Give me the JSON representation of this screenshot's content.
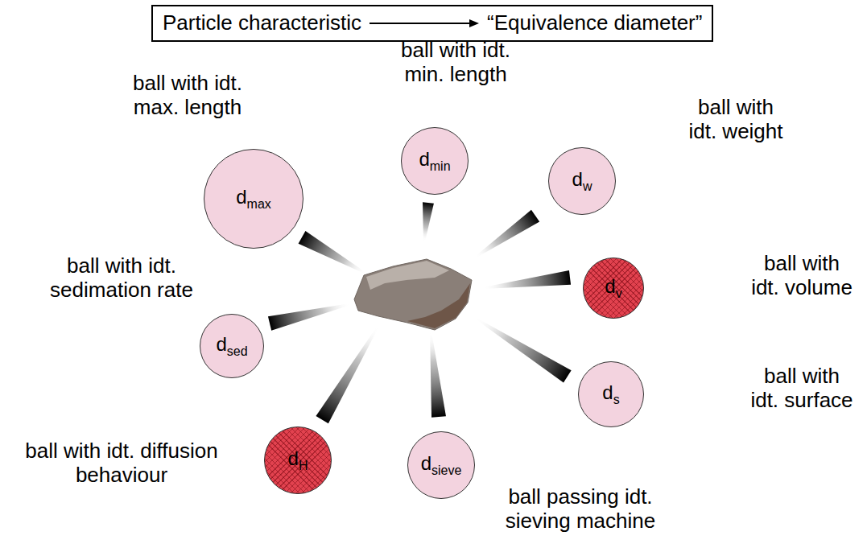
{
  "diagram": {
    "nodes": [
      {
        "text": [
          "Particle characteristic",
          "“Equivalence diameter”"
        ]
      },
      {
        "text": [
          "ball with idt. max. length",
          "d",
          "max"
        ]
      },
      {
        "text": [
          "ball with idt. min. length",
          "d",
          "min"
        ]
      },
      {
        "text": [
          "ball with idt. weight",
          "d",
          "w"
        ]
      },
      {
        "text": [
          "ball with idt. volume",
          "d",
          "v"
        ]
      },
      {
        "text": [
          "ball with idt. surface",
          "d",
          "s"
        ]
      },
      {
        "text": [
          "ball passing idt. sieving machine",
          "d",
          "sieve"
        ]
      },
      {
        "text": [
          "ball with idt. diffusion behaviour",
          "d",
          "H"
        ]
      },
      {
        "text": [
          "ball with idt. sedimation rate",
          "d",
          "sed"
        ]
      }
    ]
  }
}
